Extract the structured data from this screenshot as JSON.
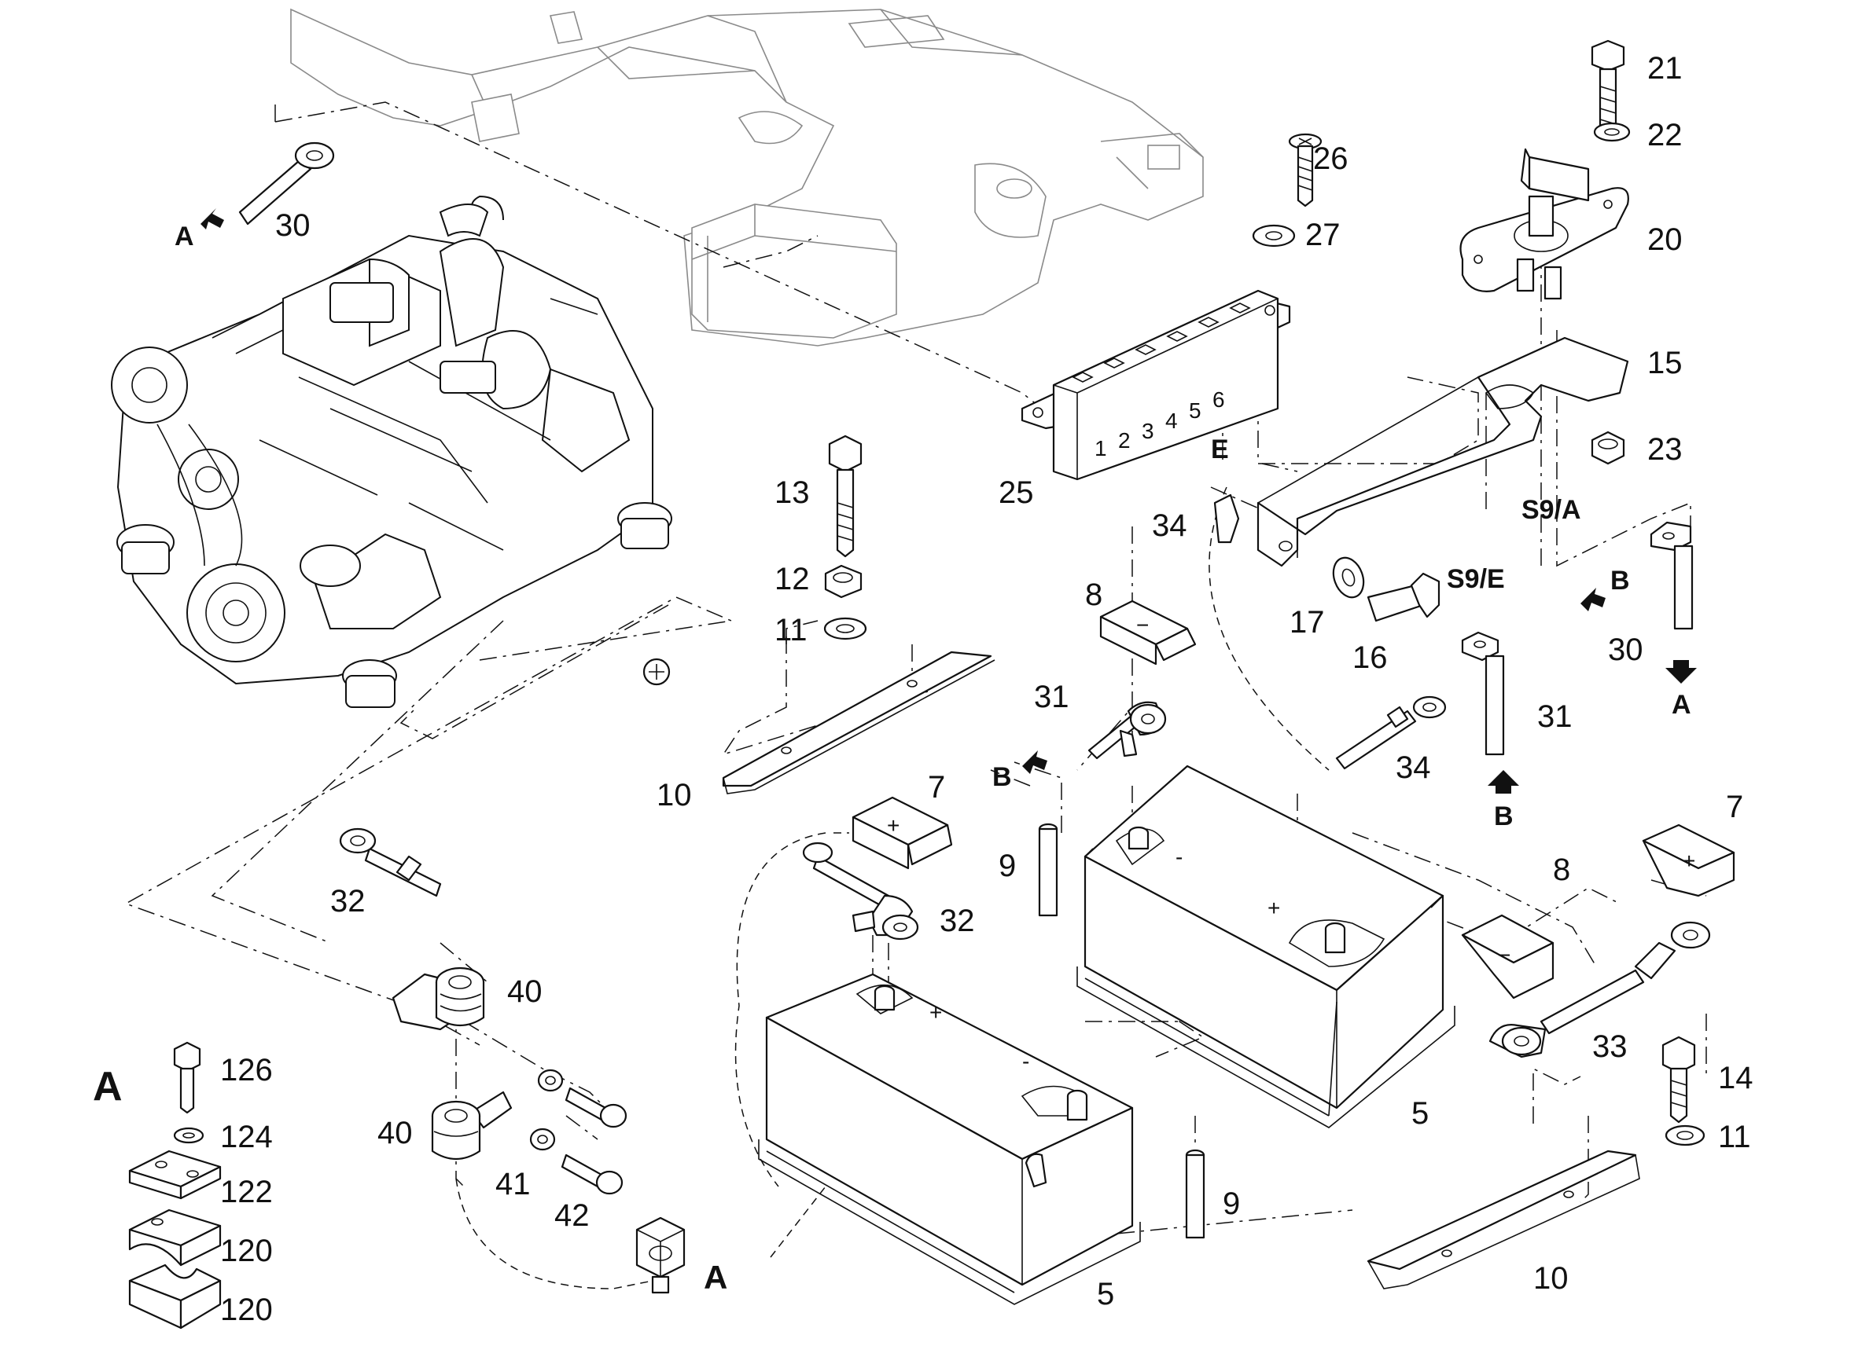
{
  "callouts": {
    "c30a": "30",
    "c26": "26",
    "c27": "27",
    "c21": "21",
    "c22": "22",
    "c20": "20",
    "c15": "15",
    "c23": "23",
    "c25": "25",
    "c13": "13",
    "c12": "12",
    "c11a": "11",
    "c10a": "10",
    "c34a": "34",
    "c17": "17",
    "c16": "16",
    "c8a": "8",
    "c31a": "31",
    "c7a": "7",
    "c9a": "9",
    "c32a": "32",
    "c32b": "32",
    "c34b": "34",
    "c31b": "31",
    "c30b": "30",
    "c7b": "7",
    "c8b": "8",
    "c33": "33",
    "c5a": "5",
    "c5b": "5",
    "c40a": "40",
    "c40b": "40",
    "c41": "41",
    "c42": "42",
    "c9b": "9",
    "c14": "14",
    "c11b": "11",
    "c10b": "10",
    "c126": "126",
    "c124": "124",
    "c122": "122",
    "c120a": "120",
    "c120b": "120"
  },
  "refs": {
    "arrowA1": "A",
    "arrowA2": "A",
    "arrowA3": "A",
    "arrowB1": "B",
    "arrowB2": "B",
    "arrowB3": "B",
    "e": "E",
    "s9e": "S9/E",
    "s9a": "S9/A",
    "detailA": "A"
  },
  "fuse_numbers": [
    "1",
    "2",
    "3",
    "4",
    "5",
    "6"
  ],
  "symbols": {
    "plus": "+",
    "minus": "−",
    "ground": "⊕",
    "pos": "+",
    "neg": "-"
  }
}
